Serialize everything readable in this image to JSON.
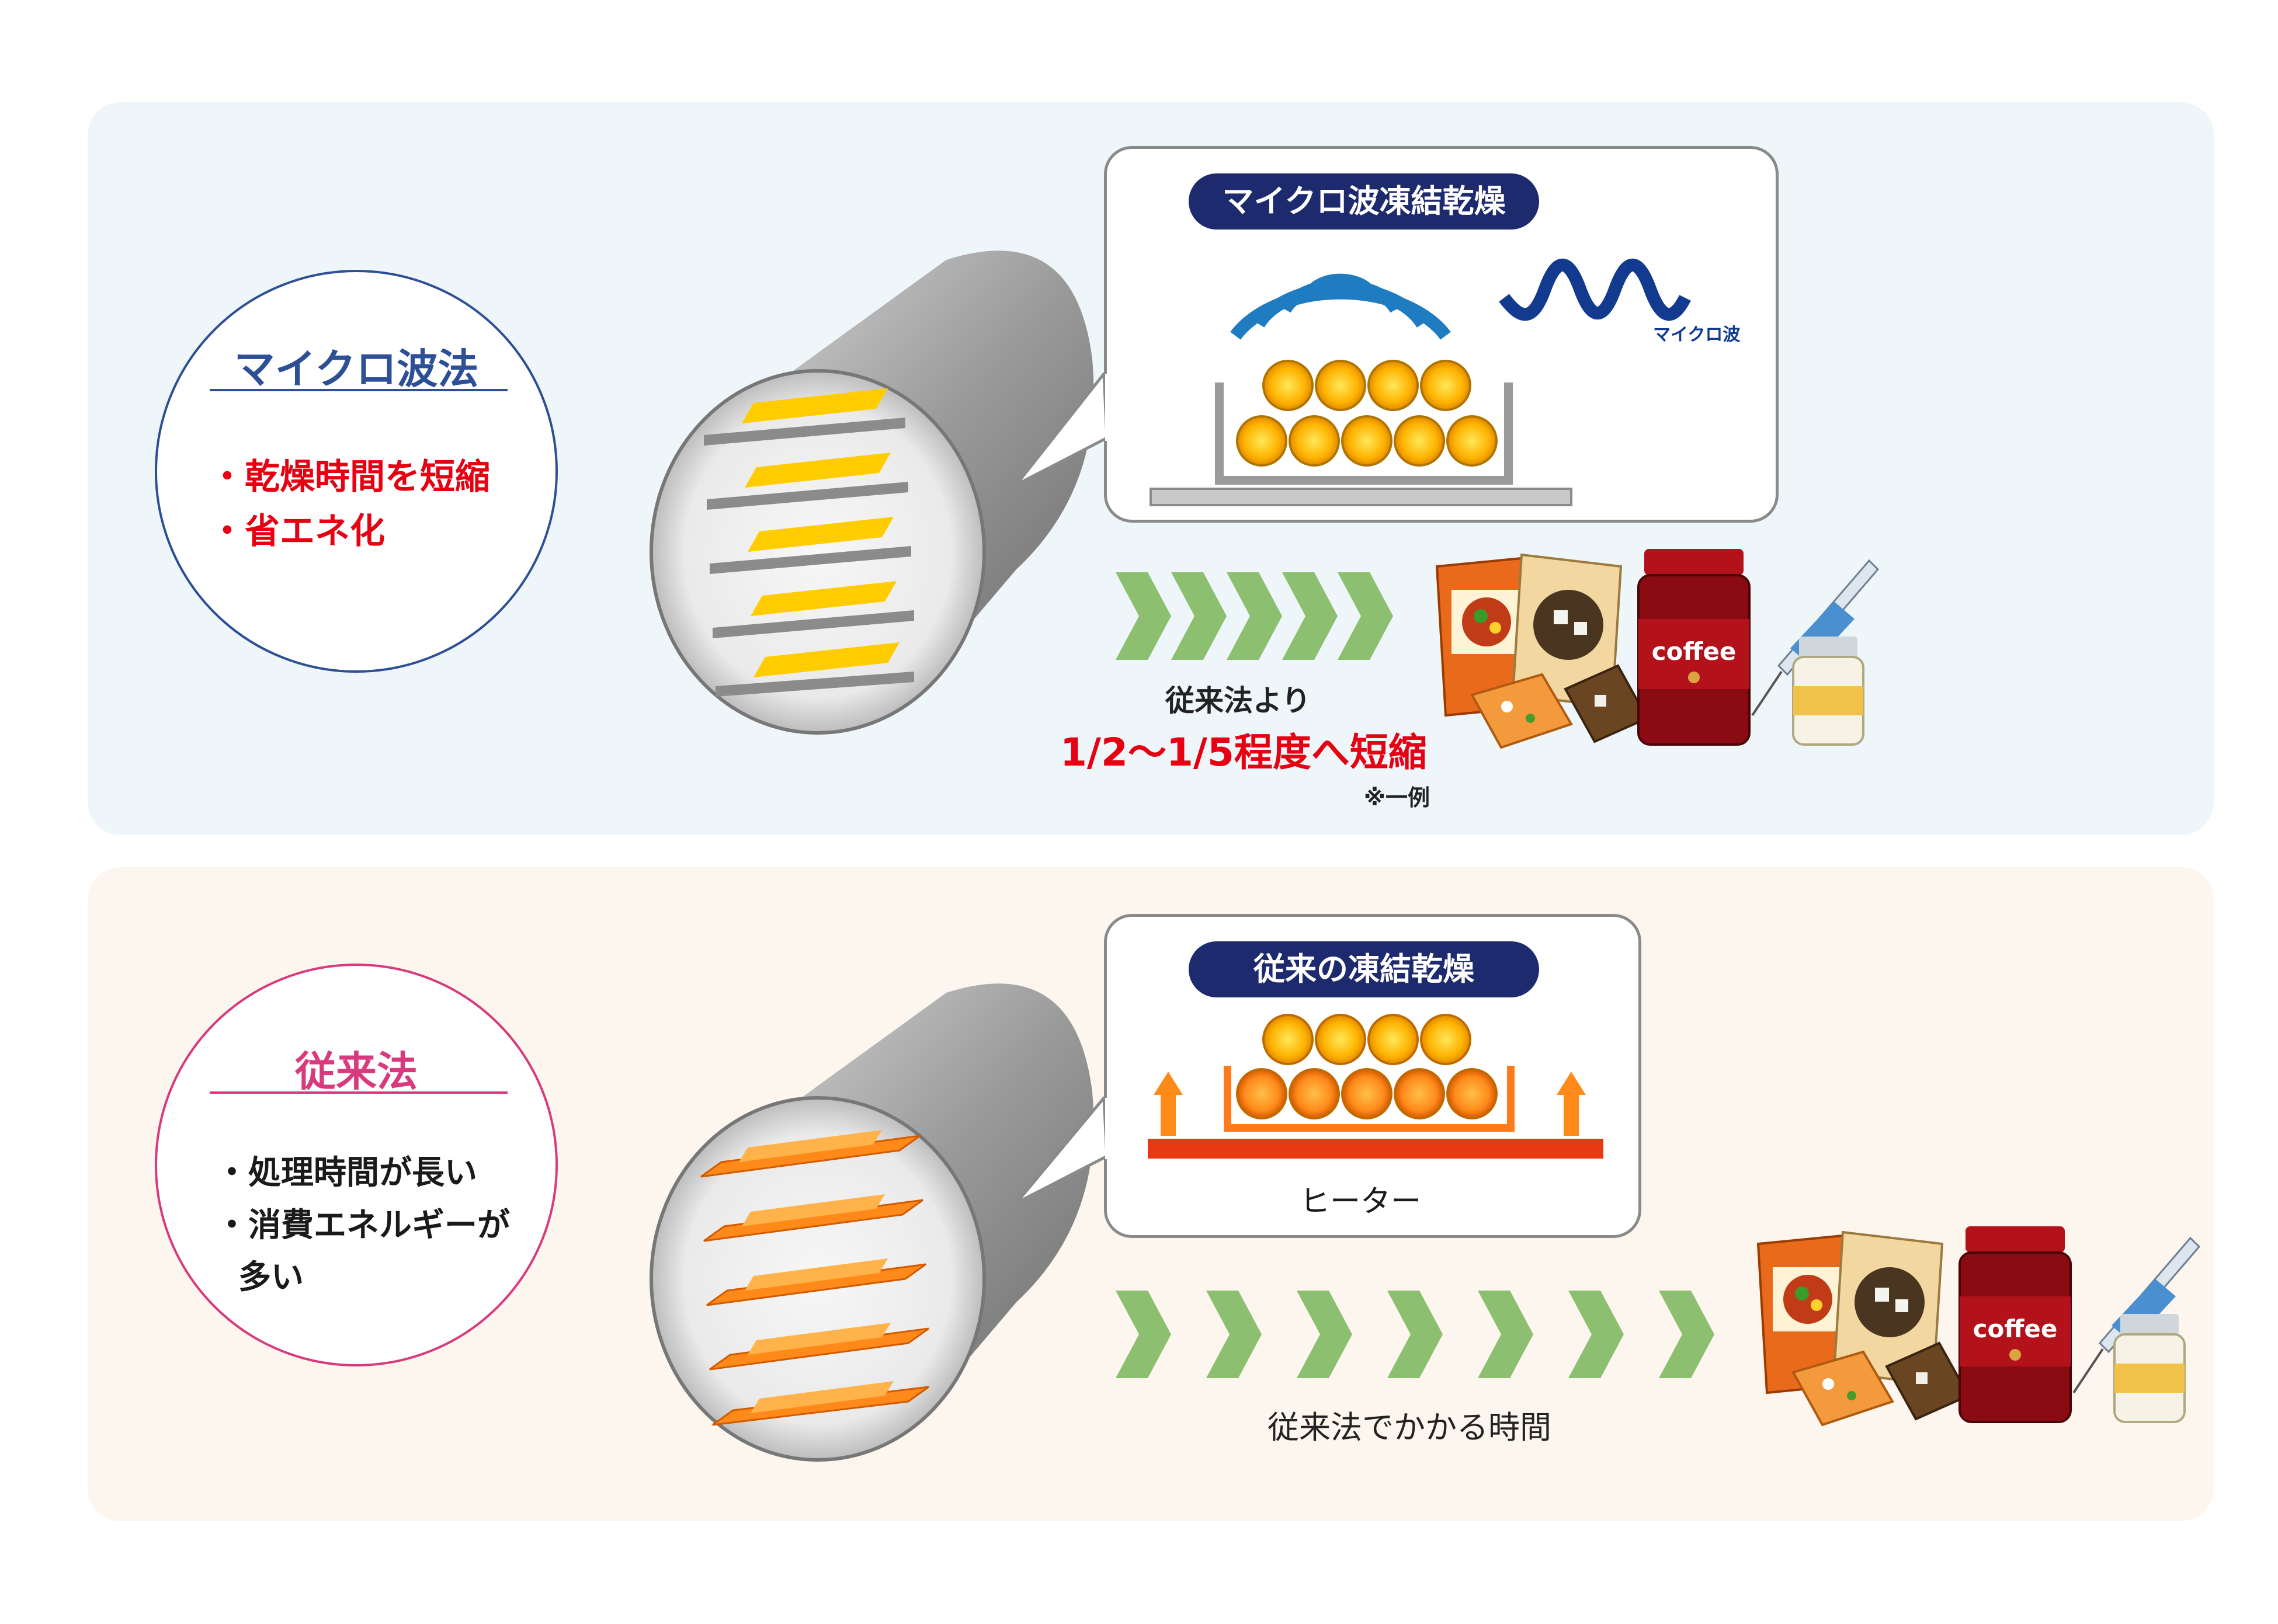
{
  "microwave": {
    "circle_title": "マイクロ波法",
    "benefits": [
      "・乾燥時間を短縮",
      "・省エネ化"
    ],
    "callout_title": "マイクロ波凍結乾燥",
    "wave_label": "マイクロ波",
    "arrow_caption": "従来法より",
    "arrow_highlight": "1/2〜1/5程度へ短縮",
    "arrow_note": "※一例"
  },
  "conventional": {
    "circle_title": "従来法",
    "drawbacks": [
      "・処理時間が長い",
      "・消費エネルギーが",
      "  多い"
    ],
    "callout_title": "従来の凍結乾燥",
    "heater_label": "ヒーター",
    "arrow_caption": "従来法でかかる時間"
  },
  "products": {
    "coffee_label": "coffee"
  },
  "colors": {
    "navy": "#1e2a6e",
    "blue_title": "#2d4f95",
    "red": "#e60012",
    "pink": "#d93a7d",
    "chevron": "#8cc070"
  }
}
